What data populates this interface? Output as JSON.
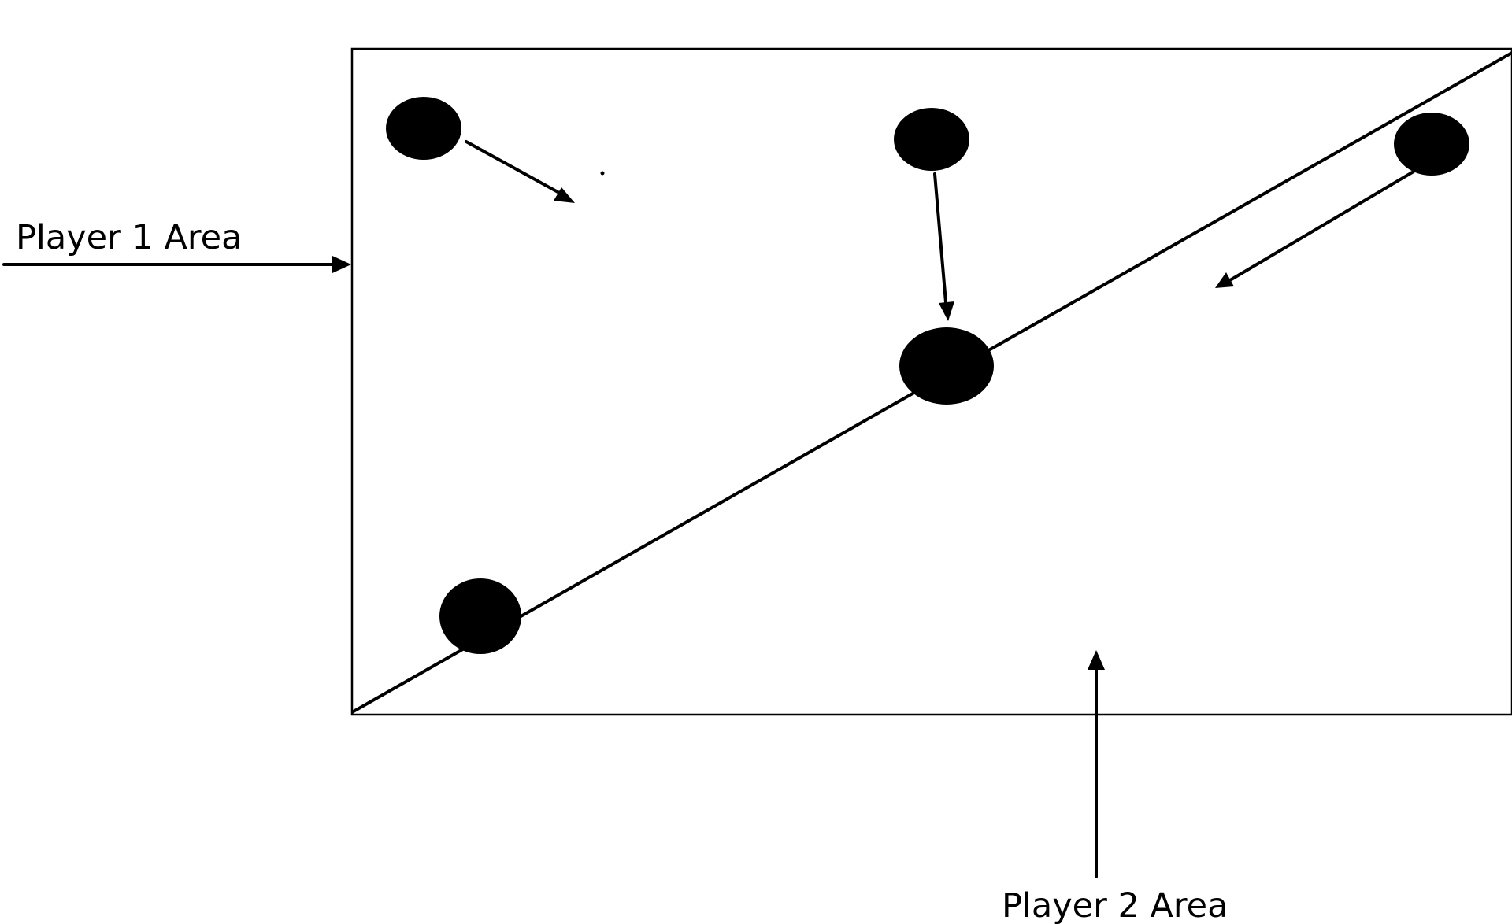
{
  "labels": {
    "player1": "Player 1 Area",
    "player2": "Player 2 Area"
  },
  "colors": {
    "ink": "#000000",
    "background": "#ffffff"
  },
  "components": {
    "board": "board-rectangle",
    "diagonal": "diagonal-divider-line",
    "balls": [
      "top-left-ball",
      "top-middle-ball",
      "top-right-ball",
      "center-ball",
      "bottom-left-ball"
    ],
    "arrows": [
      "player1-arrow",
      "player2-arrow",
      "top-left-ball-arrow",
      "top-middle-ball-arrow",
      "top-right-ball-arrow"
    ]
  }
}
